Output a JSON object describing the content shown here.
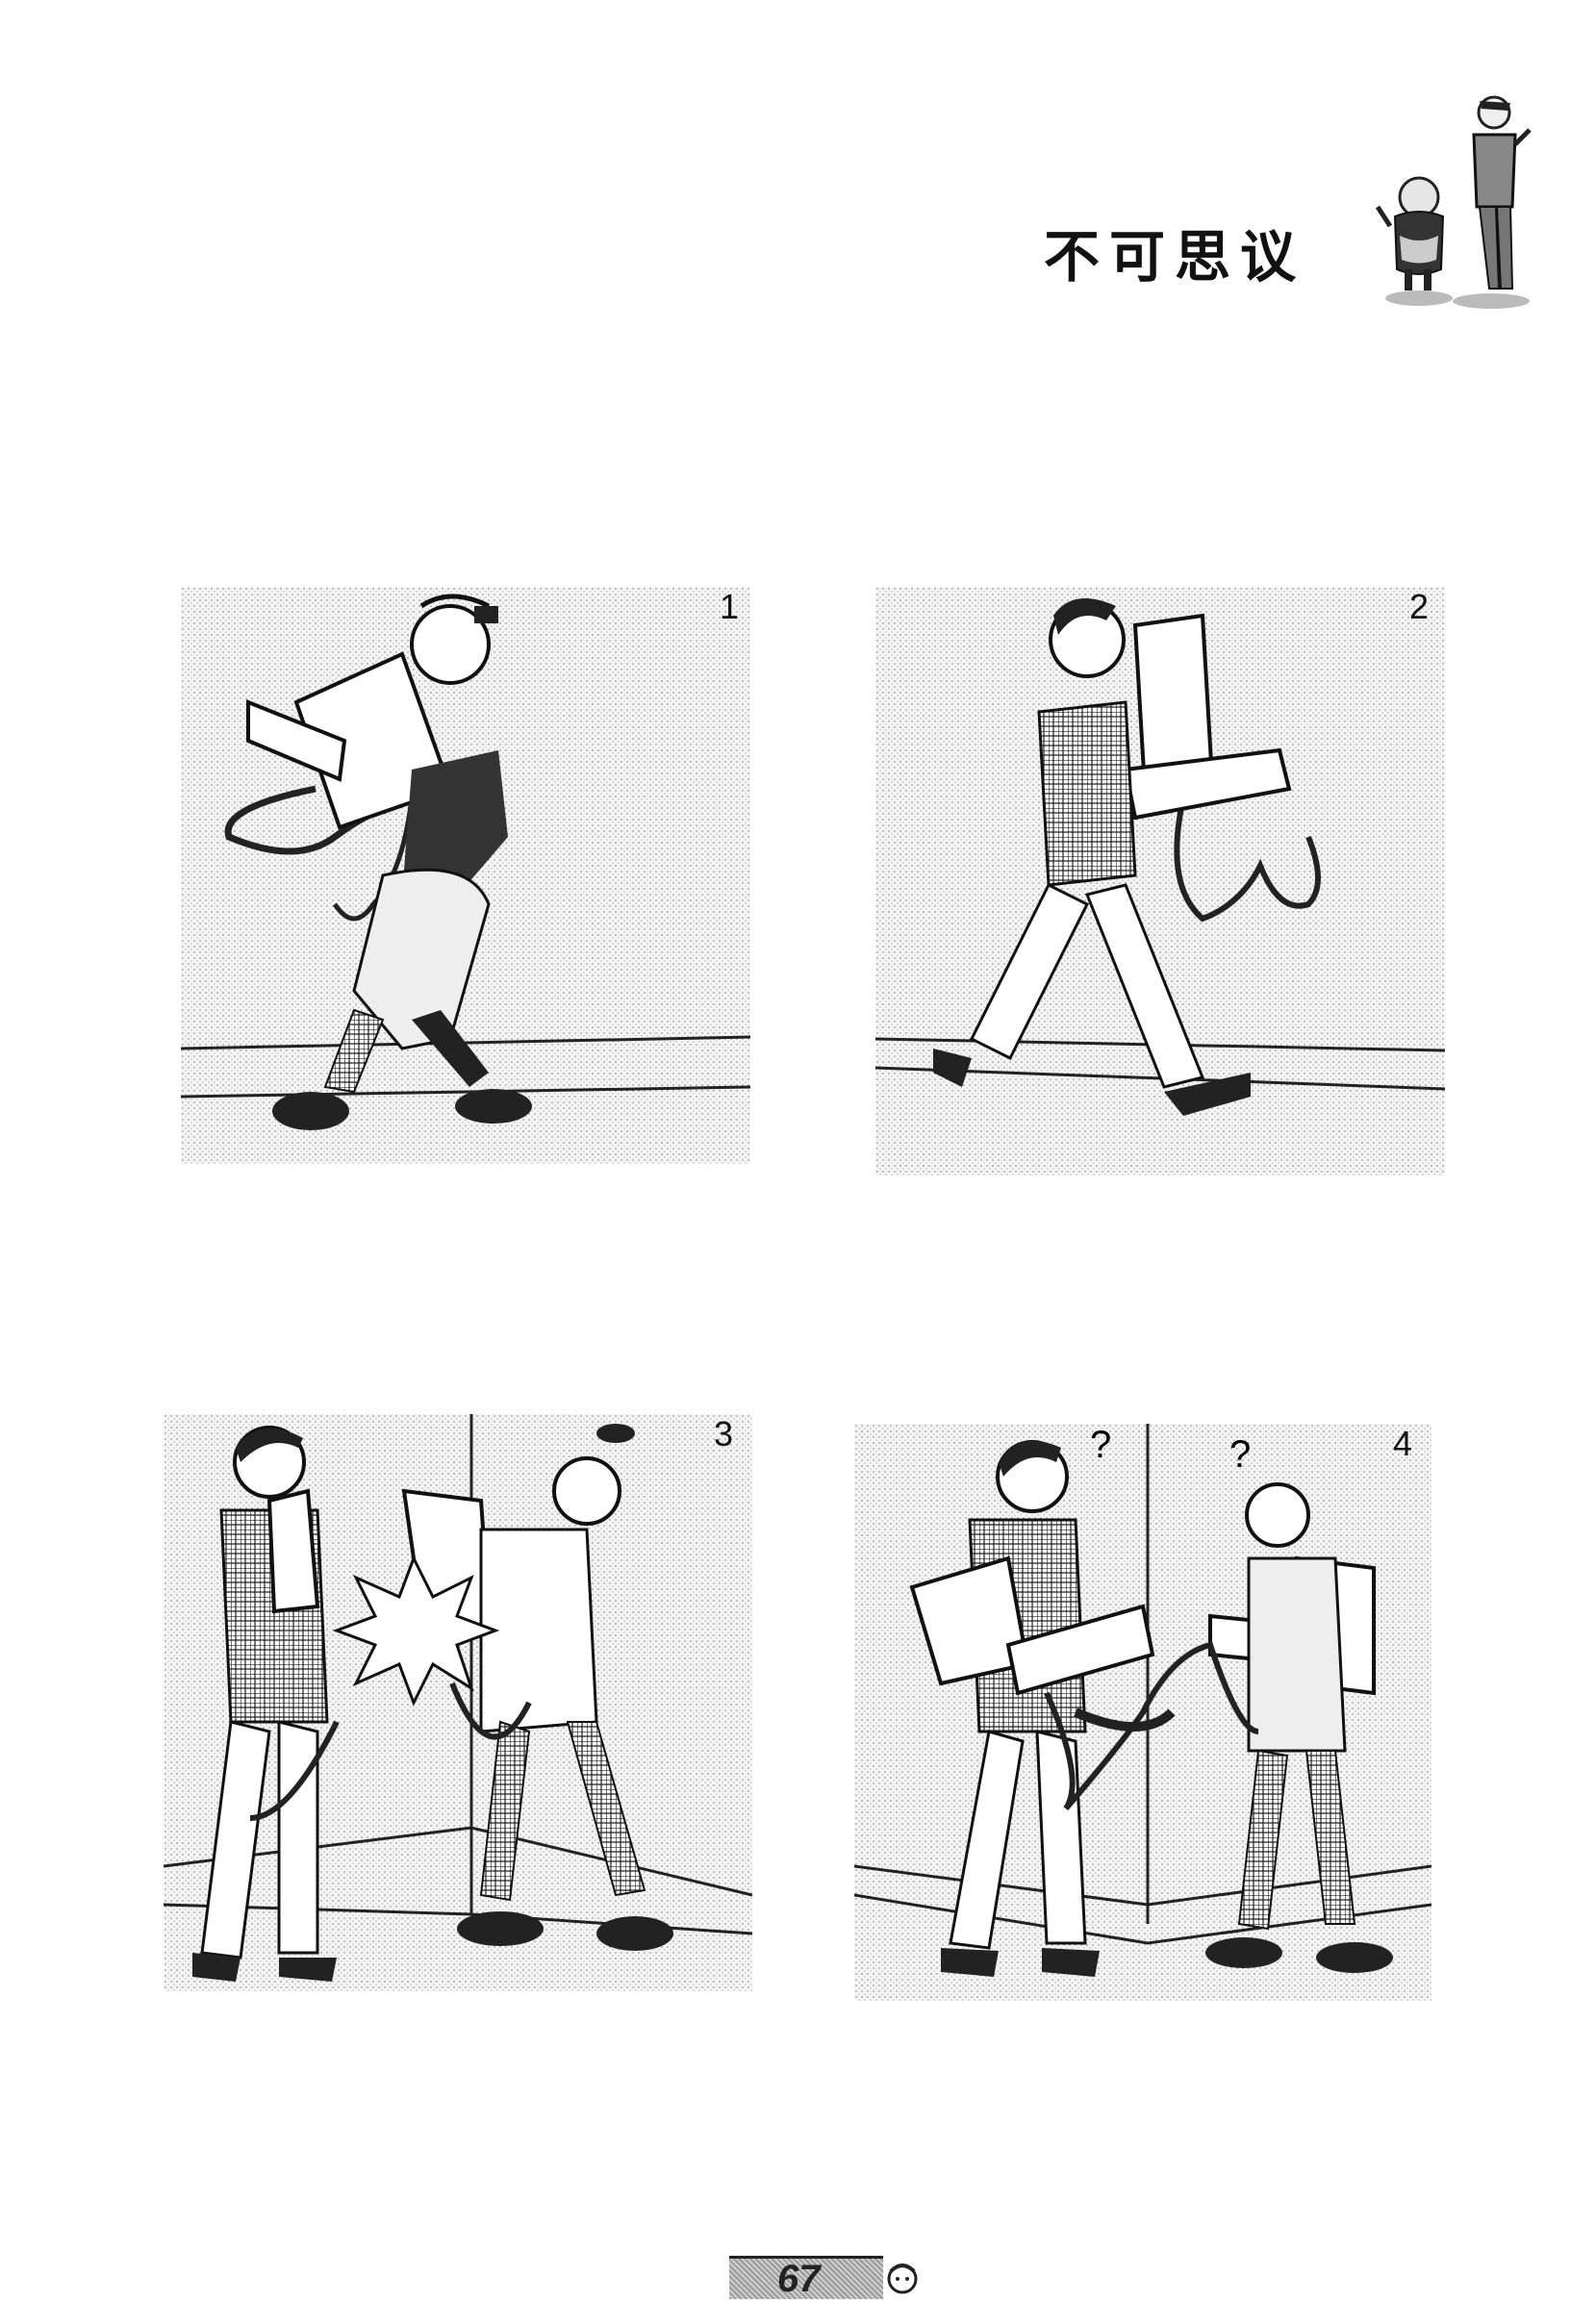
{
  "page": {
    "title": "不可思议",
    "page_number": "67"
  },
  "panels": [
    {
      "number": "1"
    },
    {
      "number": "2"
    },
    {
      "number": "3"
    },
    {
      "number": "4"
    }
  ],
  "icons": {
    "mascots": "mascot-characters-icon",
    "folio": "small-face-icon"
  }
}
